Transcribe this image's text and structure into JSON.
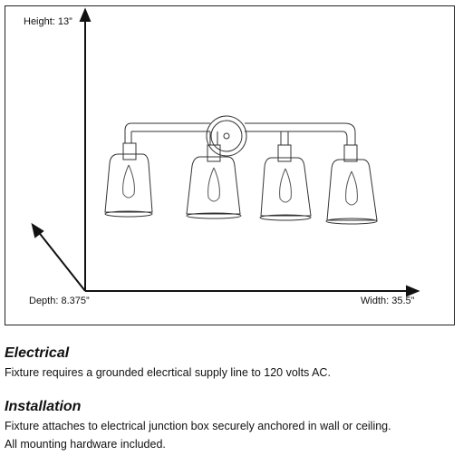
{
  "diagram": {
    "height_label": "Height: 13”",
    "depth_label": "Depth: 8.375”",
    "width_label": "Width: 35.5”"
  },
  "sections": {
    "electrical": {
      "title": "Electrical",
      "text": "Fixture requires a grounded elecrtical supply line to 120 volts AC."
    },
    "installation": {
      "title": "Installation",
      "line1": "Fixture attaches to electrical junction box securely anchored in wall or ceiling.",
      "line2": "All mounting hardware included."
    }
  }
}
